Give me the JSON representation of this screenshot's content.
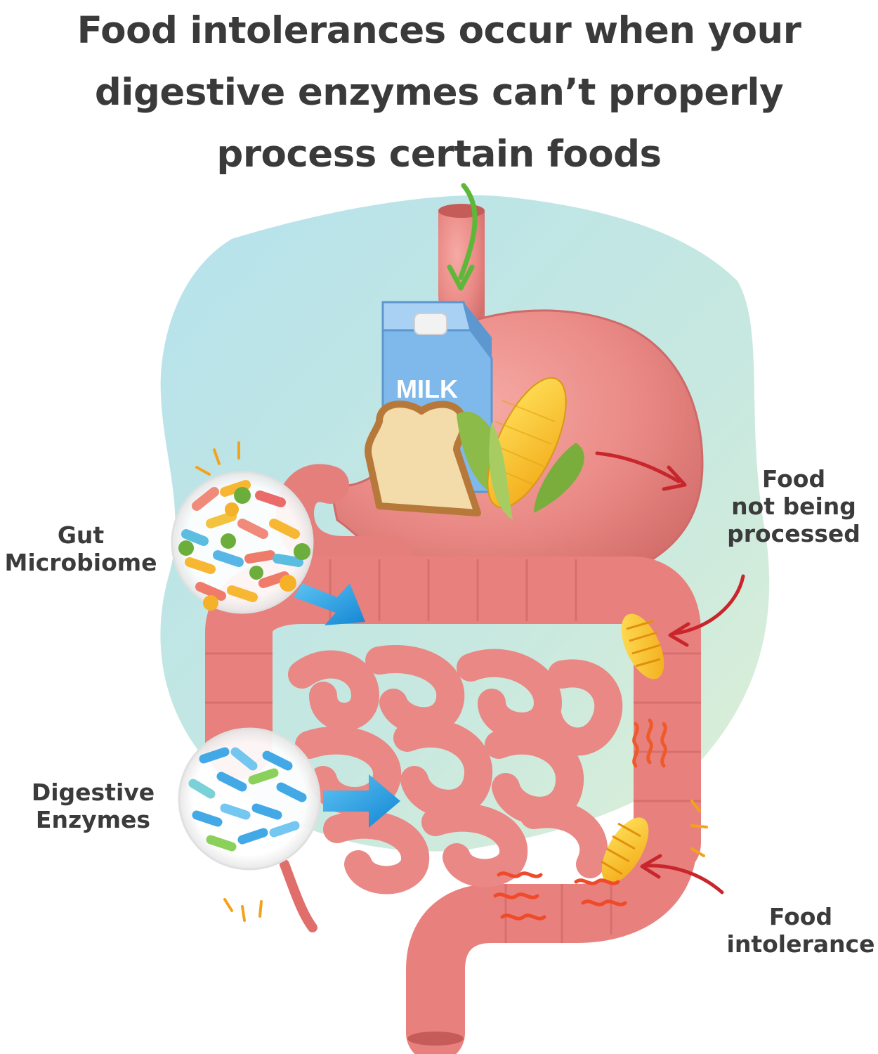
{
  "headline": {
    "lines": [
      "Food intolerances occur when your",
      "digestive enzymes can’t properly",
      "process certain foods"
    ]
  },
  "food_items": {
    "milk_label": "MILK"
  },
  "callouts": {
    "food_not_processed": [
      "Food",
      "not being",
      "processed"
    ],
    "gut_microbiome": [
      "Gut",
      "Microbiome"
    ],
    "digestive_enzymes": [
      "Digestive",
      "Enzymes"
    ],
    "food_intolerance": [
      "Food",
      "intolerance"
    ]
  },
  "colors": {
    "background_blob": "#bfe6ee",
    "tissue": "#ea8a86",
    "tissue_dark": "#cf6a68",
    "red_arrow": "#c8262c",
    "blue_arrow": "#1c9be0",
    "green_arrow": "#5db83a",
    "milk_carton": "#7fb8ea",
    "text": "#3a3a3a"
  }
}
